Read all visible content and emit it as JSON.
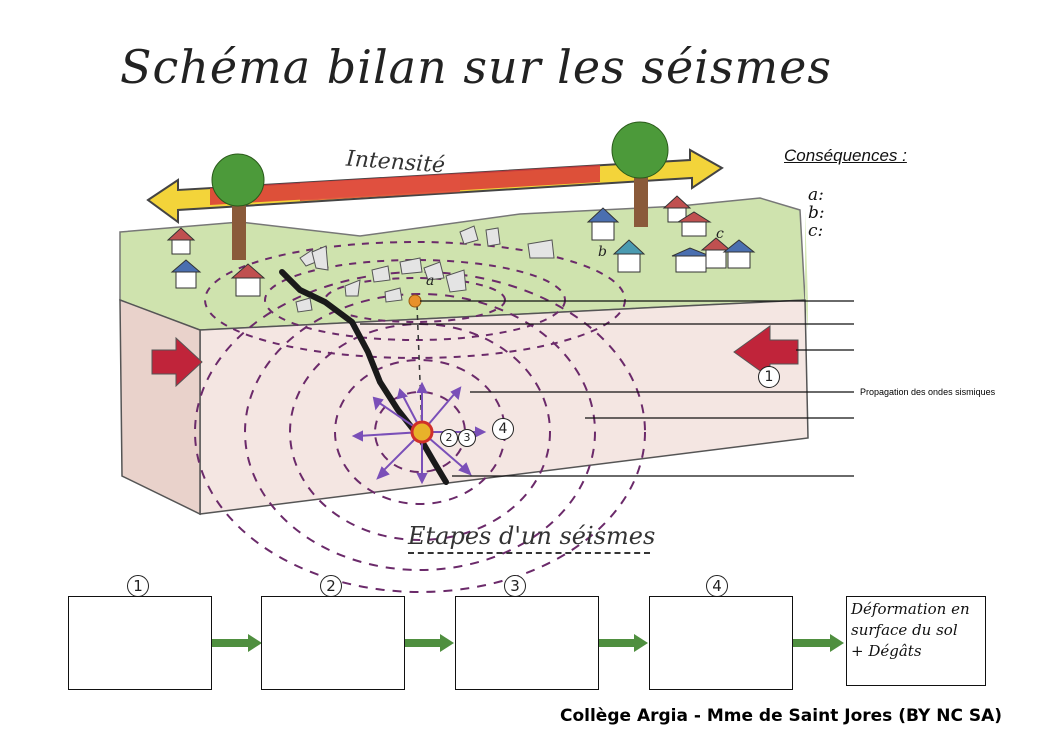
{
  "title": "Schéma bilan sur les séismes",
  "intensity_label": "Intensité",
  "consequences": {
    "heading": "Conséquences :",
    "items": [
      "a:",
      "b:",
      "c:"
    ]
  },
  "block_labels": {
    "a": "a",
    "b": "b",
    "c": "c",
    "force_marker": "1",
    "focus_markers": [
      "2",
      "3"
    ],
    "wave_marker": "4"
  },
  "annotation_propagation": "Propagation des ondes sismiques",
  "steps_heading": "Etapes d'un séismes",
  "steps": [
    {
      "number": "1",
      "text": ""
    },
    {
      "number": "2",
      "text": ""
    },
    {
      "number": "3",
      "text": ""
    },
    {
      "number": "4",
      "text": ""
    }
  ],
  "final_box": {
    "line1": "Déformation en",
    "line2": "surface du sol",
    "line3": "+ Dégâts"
  },
  "credit": "Collège Argia - Mme de Saint Jores (BY NC SA)",
  "colors": {
    "grass": "#c9e0a8",
    "block_side": "#f1e4e0",
    "waves": "#6b2a6a",
    "fault": "#1a1a1a",
    "arrow_red": "#c0243a",
    "step_arrow": "#4f8f3f",
    "focus": "#e8b22a"
  }
}
